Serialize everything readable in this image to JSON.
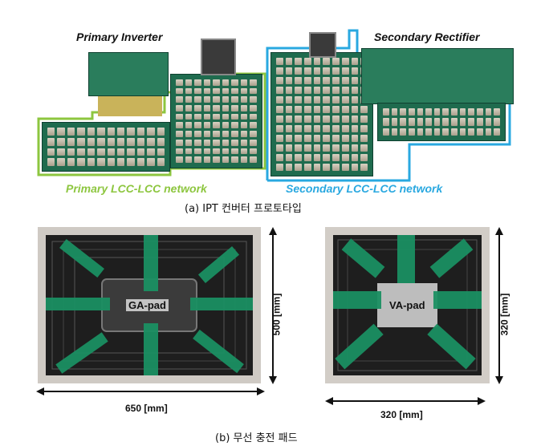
{
  "top_figure": {
    "labels": {
      "primary_inverter": "Primary Inverter",
      "secondary_rectifier": "Secondary Rectifier",
      "primary_network": "Primary LCC-LCC network",
      "secondary_network": "Secondary LCC-LCC network"
    },
    "caption": "(a) IPT 컨버터 프로토타입",
    "colors": {
      "primary": "#8dc63f",
      "secondary": "#29a8e0"
    }
  },
  "bottom_figure": {
    "ga_pad": {
      "label": "GA-pad",
      "height_dim": "500 [mm]",
      "width_dim": "650 [mm]"
    },
    "va_pad": {
      "label": "VA-pad",
      "height_dim": "320 [mm]",
      "width_dim": "320 [mm]"
    },
    "caption": "(b) 무선 충전 패드"
  }
}
